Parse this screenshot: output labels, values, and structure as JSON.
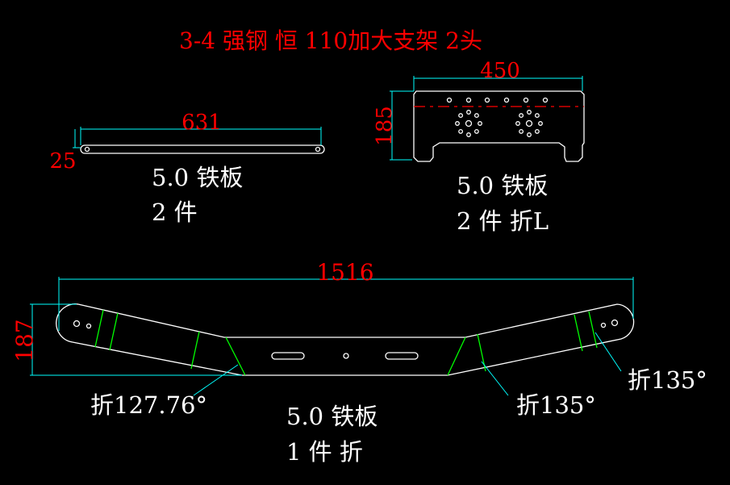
{
  "title": "3-4 强钢 恒 110加大支架 2头",
  "colors": {
    "background": "#000000",
    "outline": "#ffffff",
    "dimension": "#00ffff",
    "dim_text": "#ff0000",
    "bend_line": "#00ff00"
  },
  "part1": {
    "dim_length": "631",
    "dim_height": "25",
    "material": "5.0 铁板",
    "quantity": "2 件"
  },
  "part2": {
    "dim_length": "450",
    "dim_height": "185",
    "material": "5.0 铁板",
    "quantity": "2 件 折L"
  },
  "part3": {
    "dim_length": "1516",
    "dim_height": "187",
    "material": "5.0 铁板",
    "quantity": "1 件 折",
    "bend_left": "折127.76°",
    "bend_center_right": "折135°",
    "bend_right": "折135°"
  }
}
